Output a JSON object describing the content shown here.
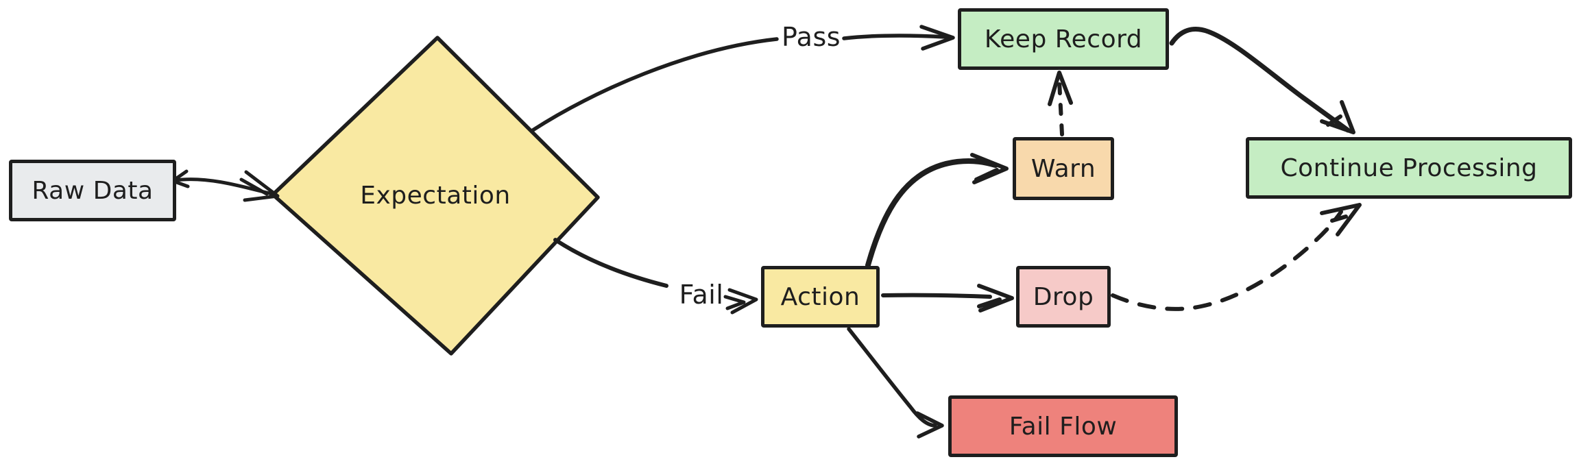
{
  "diagram": {
    "background": "#ffffff",
    "stroke_color": "#1e1e1e",
    "nodes": {
      "raw_data": {
        "label": "Raw Data",
        "fill": "#e9ebed",
        "shape": "rectangle"
      },
      "expectation": {
        "label": "Expectation",
        "fill": "#f9e9a2",
        "shape": "diamond"
      },
      "keep_record": {
        "label": "Keep Record",
        "fill": "#c5edc3",
        "shape": "rectangle"
      },
      "warn": {
        "label": "Warn",
        "fill": "#f8d9ac",
        "shape": "rectangle"
      },
      "action": {
        "label": "Action",
        "fill": "#f9e9a2",
        "shape": "rectangle"
      },
      "drop": {
        "label": "Drop",
        "fill": "#f6cac8",
        "shape": "rectangle"
      },
      "fail_flow": {
        "label": "Fail Flow",
        "fill": "#ee827c",
        "shape": "rectangle"
      },
      "continue_processing": {
        "label": "Continue Processing",
        "fill": "#c5edc3",
        "shape": "rectangle"
      }
    },
    "edge_labels": {
      "pass": "Pass",
      "fail": "Fail"
    },
    "edges": [
      {
        "from": "raw_data",
        "to": "expectation",
        "style": "solid"
      },
      {
        "from": "expectation",
        "to": "keep_record",
        "style": "solid",
        "label": "Pass"
      },
      {
        "from": "expectation",
        "to": "action",
        "style": "solid",
        "label": "Fail"
      },
      {
        "from": "keep_record",
        "to": "continue_processing",
        "style": "solid"
      },
      {
        "from": "warn",
        "to": "keep_record",
        "style": "dashed"
      },
      {
        "from": "action",
        "to": "warn",
        "style": "solid"
      },
      {
        "from": "action",
        "to": "drop",
        "style": "solid"
      },
      {
        "from": "action",
        "to": "fail_flow",
        "style": "solid"
      },
      {
        "from": "drop",
        "to": "continue_processing",
        "style": "dashed"
      }
    ]
  }
}
